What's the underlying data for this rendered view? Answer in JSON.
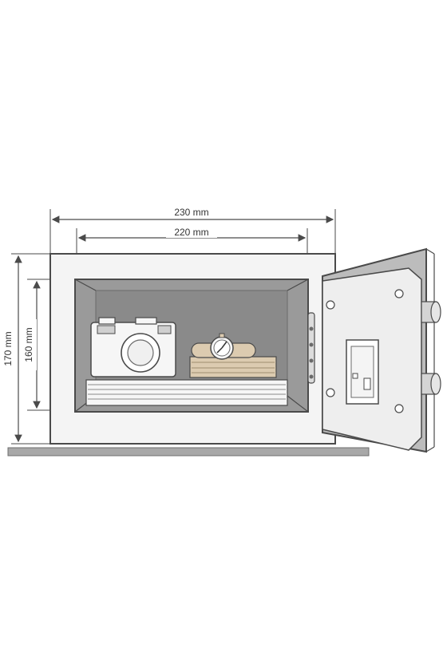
{
  "dimensions": {
    "outer_width": "230 mm",
    "inner_width": "220 mm",
    "outer_height": "170 mm",
    "inner_height": "160 mm"
  },
  "colors": {
    "outline": "#4a4a4a",
    "interior": "#9a9a9a",
    "door": "#c8c8c8",
    "floor": "#a8a8a8",
    "books": "#dccbb0"
  }
}
